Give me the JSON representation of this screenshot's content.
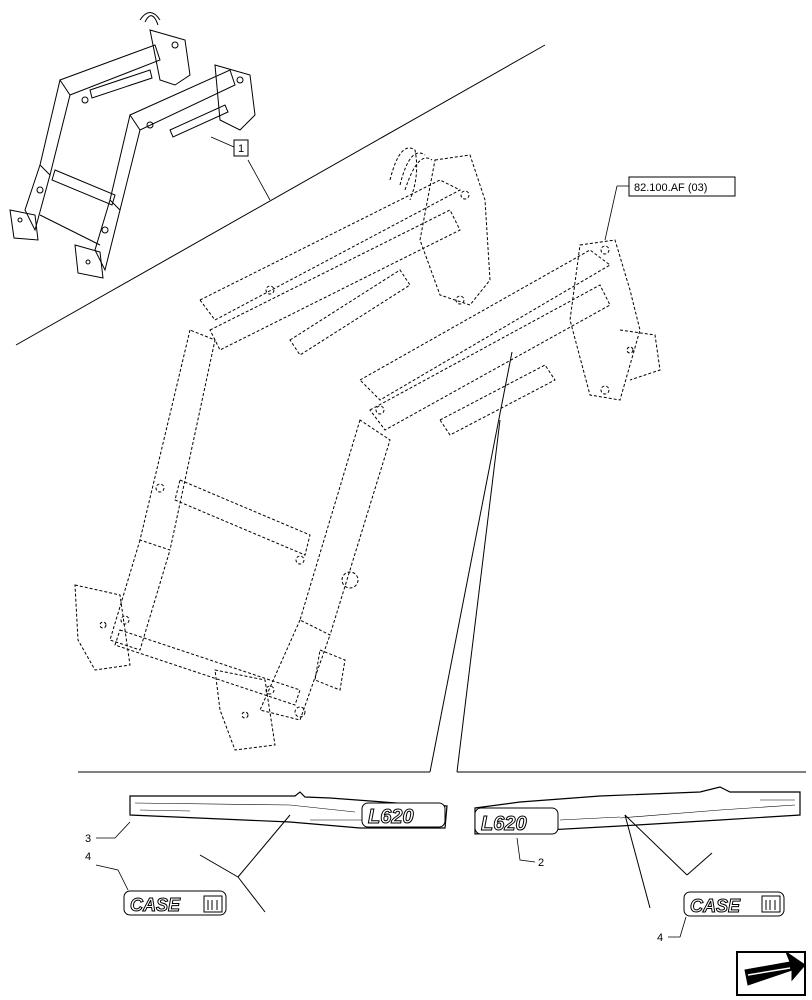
{
  "callouts": {
    "ref_box": "1",
    "ref_code": "82.100.AF (03)",
    "item_2": "2",
    "item_3": "3",
    "item_4_left": "4",
    "item_4_right": "4"
  },
  "decals": {
    "model_left": "L620",
    "model_right": "L620",
    "brand_left": "CASE",
    "brand_right": "CASE"
  },
  "icons": {
    "nav_arrow": "next-page-arrow-icon",
    "brand_mark": "case-ih-logo-icon"
  }
}
